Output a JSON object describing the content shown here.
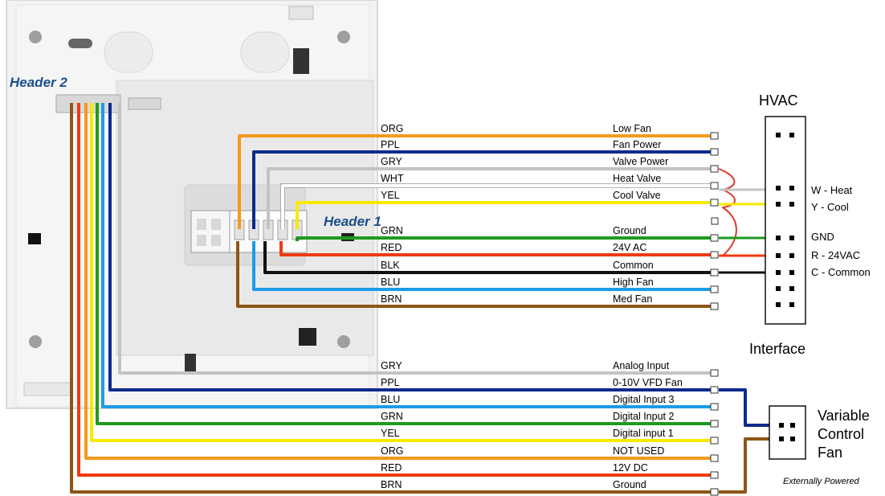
{
  "headers": {
    "header1": "Header 1",
    "header2": "Header 2"
  },
  "hvac": {
    "title": "HVAC",
    "subtitle": "Interface",
    "terminals": [
      "W - Heat",
      "Y - Cool",
      "GND",
      "R - 24VAC",
      "C - Common"
    ]
  },
  "fan": {
    "title_lines": [
      "Variable",
      "Control",
      "Fan"
    ],
    "note": "Externally Powered"
  },
  "header1_wires": [
    {
      "code": "ORG",
      "name": "Low Fan",
      "color": "#f39a1c"
    },
    {
      "code": "PPL",
      "name": "Fan Power",
      "color": "#0b2a8c"
    },
    {
      "code": "GRY",
      "name": "Valve Power",
      "color": "#c3c3c3"
    },
    {
      "code": "WHT",
      "name": "Heat Valve",
      "color": "#ffffff"
    },
    {
      "code": "YEL",
      "name": "Cool Valve",
      "color": "#f7ea00"
    },
    {
      "code": "GRN",
      "name": "Ground",
      "color": "#1f9a1f"
    },
    {
      "code": "RED",
      "name": "24V AC",
      "color": "#f03a10"
    },
    {
      "code": "BLK",
      "name": "Common",
      "color": "#111111"
    },
    {
      "code": "BLU",
      "name": "High Fan",
      "color": "#1d9be8"
    },
    {
      "code": "BRN",
      "name": "Med Fan",
      "color": "#8e5515"
    }
  ],
  "header2_wires": [
    {
      "code": "GRY",
      "name": "Analog Input",
      "color": "#c3c3c3"
    },
    {
      "code": "PPL",
      "name": "0-10V VFD Fan",
      "color": "#0b2a8c"
    },
    {
      "code": "BLU",
      "name": "Digital Input 3",
      "color": "#1d9be8"
    },
    {
      "code": "GRN",
      "name": "Digital Input 2",
      "color": "#1f9a1f"
    },
    {
      "code": "YEL",
      "name": "Digital input 1",
      "color": "#f7ea00"
    },
    {
      "code": "ORG",
      "name": "NOT USED",
      "color": "#f39a1c"
    },
    {
      "code": "RED",
      "name": "12V DC",
      "color": "#f03a10"
    },
    {
      "code": "BRN",
      "name": "Ground",
      "color": "#8e5515"
    }
  ],
  "colors": {
    "header_label": "#1a4f8a",
    "jumper": "#e03a2a"
  },
  "icons": [
    "thermostat-backplate",
    "header-1-connector",
    "header-2-connector",
    "wire-terminal-icon"
  ]
}
